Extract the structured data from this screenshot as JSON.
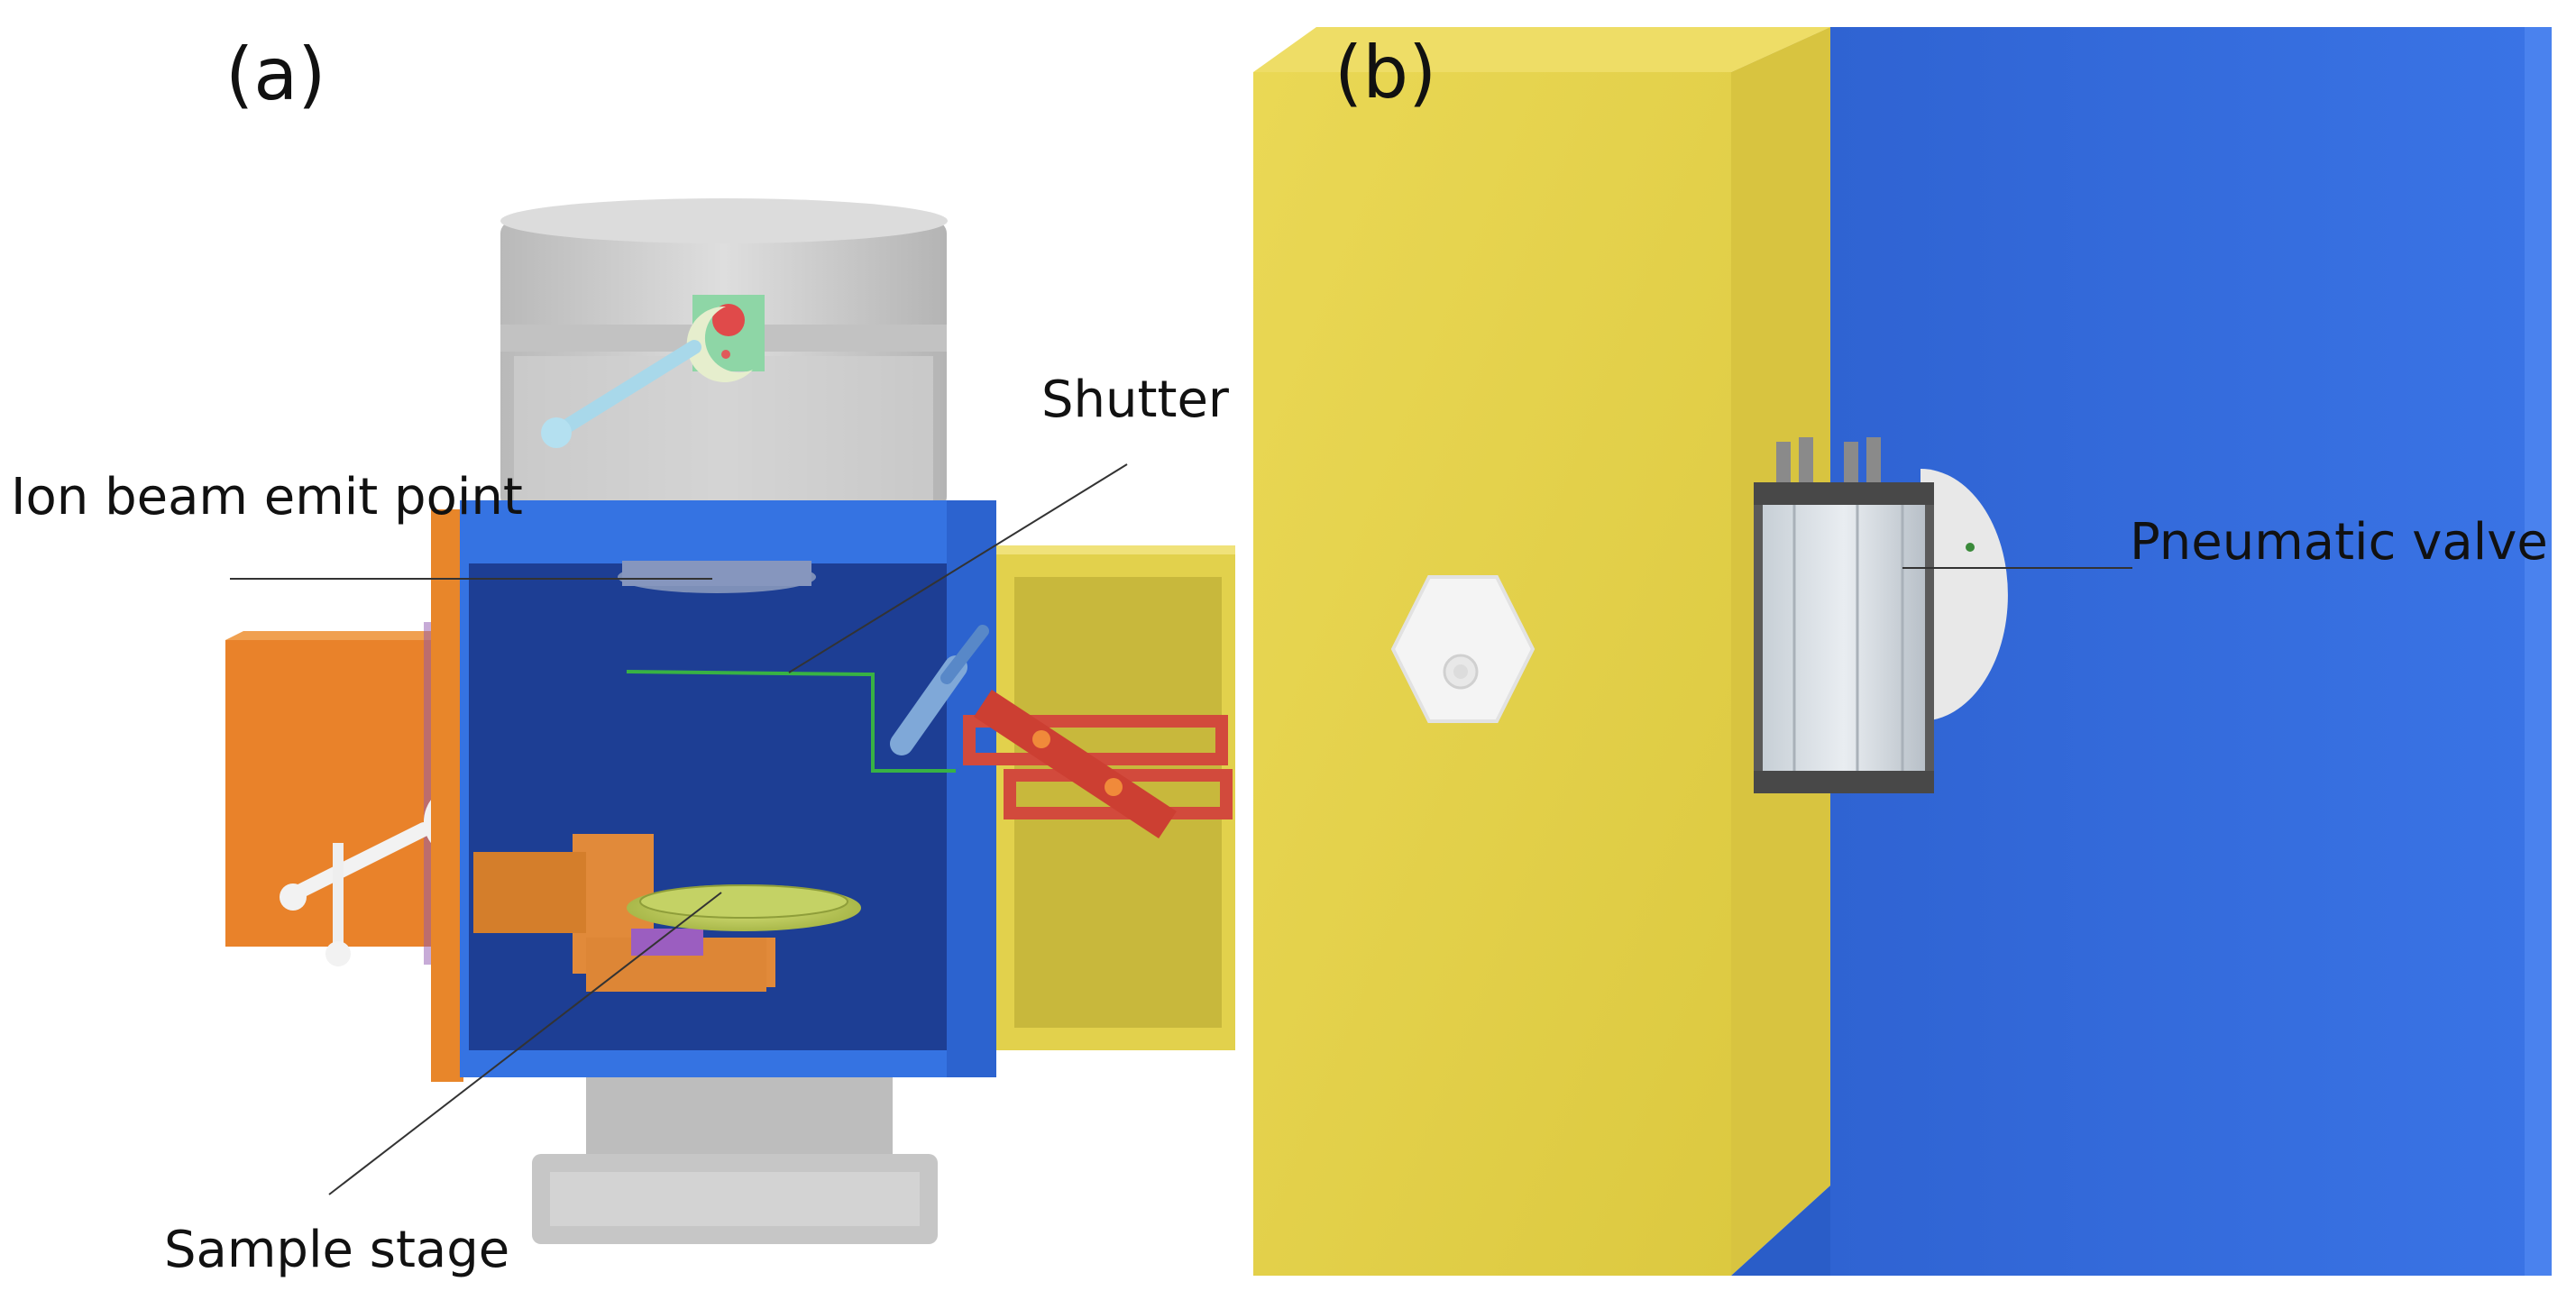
{
  "panel_a": {
    "label": "(a)",
    "callouts": {
      "ion_beam": "Ion beam emit point",
      "shutter": "Shutter",
      "sample_stage": "Sample stage"
    }
  },
  "panel_b": {
    "label": "(b)",
    "callouts": {
      "pneumatic_valve": "Pneumatic valve"
    }
  },
  "colors": {
    "chamber_blue": "#2f66d8",
    "chamber_interior": "#1c3c8e",
    "flange_orange": "#e88a2a",
    "door_yellow": "#e2d14a",
    "shutter_red": "#d24a3c",
    "metal_grey": "#c9c9c9"
  }
}
